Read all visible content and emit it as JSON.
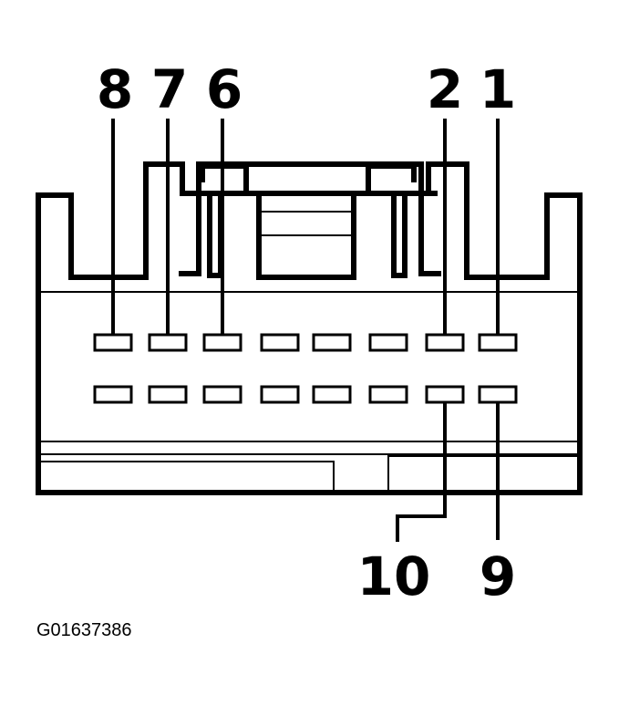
{
  "diagram": {
    "figure_code": "G01637386",
    "top_labels": [
      "8",
      "7",
      "6",
      "2",
      "1"
    ],
    "bottom_labels": [
      "10",
      "9"
    ],
    "colors": {
      "ink": "#000000",
      "paper": "#ffffff"
    }
  }
}
